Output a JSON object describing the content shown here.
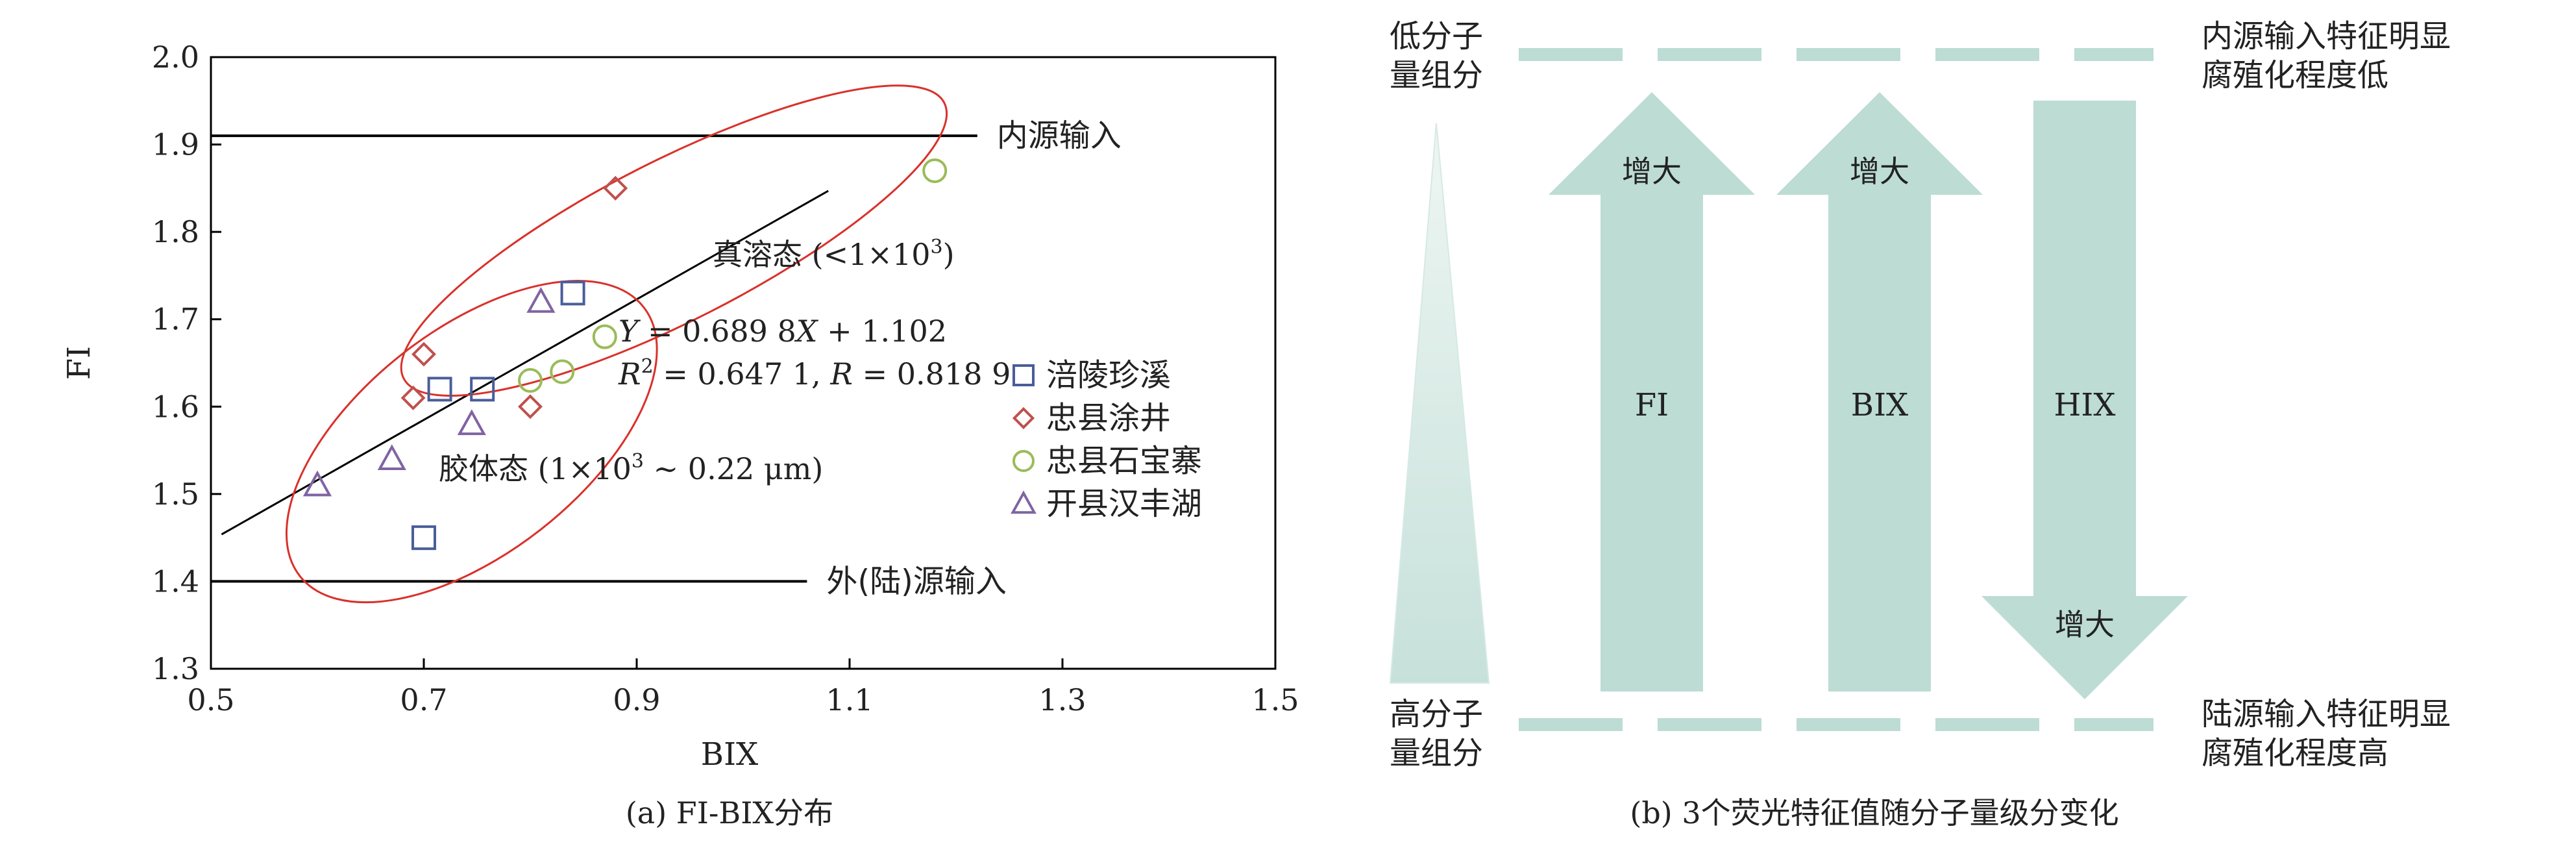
{
  "colors": {
    "axis": "#000000",
    "ellipse": "#d9312a",
    "arrow": "#bcdcd4",
    "dash": "#bcdcd4",
    "wedge_light": "#eef6f3",
    "wedge_dark": "#c7e1da",
    "text": "#222222"
  },
  "chart_data": [
    {
      "type": "scatter",
      "xlabel": "BIX",
      "ylabel": "FI",
      "caption": "(a) FI-BIX分布",
      "xlim": [
        0.5,
        1.5
      ],
      "ylim": [
        1.3,
        2.0
      ],
      "xticks": [
        "0.5",
        "0.7",
        "0.9",
        "1.1",
        "1.3",
        "1.5"
      ],
      "yticks": [
        "1.3",
        "1.4",
        "1.5",
        "1.6",
        "1.7",
        "1.8",
        "1.9",
        "2.0"
      ],
      "grid": false,
      "legend_position": "right",
      "series": [
        {
          "name": "涪陵珍溪",
          "marker": "square",
          "color": "#4a5d9a",
          "points": [
            [
              0.715,
              1.62
            ],
            [
              0.755,
              1.62
            ],
            [
              0.84,
              1.73
            ],
            [
              0.7,
              1.45
            ]
          ]
        },
        {
          "name": "忠县涂井",
          "marker": "diamond",
          "color": "#c0504d",
          "points": [
            [
              0.7,
              1.66
            ],
            [
              0.69,
              1.61
            ],
            [
              0.8,
              1.6
            ],
            [
              0.88,
              1.85
            ]
          ]
        },
        {
          "name": "忠县石宝寨",
          "marker": "circle",
          "color": "#9bbb59",
          "points": [
            [
              0.8,
              1.63
            ],
            [
              0.83,
              1.64
            ],
            [
              0.87,
              1.68
            ],
            [
              1.18,
              1.87
            ]
          ]
        },
        {
          "name": "开县汉丰湖",
          "marker": "triangle",
          "color": "#8064a2",
          "points": [
            [
              0.6,
              1.51
            ],
            [
              0.67,
              1.54
            ],
            [
              0.745,
              1.58
            ],
            [
              0.81,
              1.72
            ]
          ]
        }
      ],
      "reference_lines": [
        {
          "y": 1.91,
          "x_from": 0.5,
          "x_to": 1.22,
          "label": "内源输入"
        },
        {
          "y": 1.4,
          "x_from": 0.5,
          "x_to": 1.06,
          "label": "外(陆)源输入"
        }
      ],
      "regression": {
        "x_from": 0.51,
        "x_to": 1.08,
        "slope": 0.6898,
        "intercept": 1.102,
        "equation_parts": [
          "Y",
          " = 0.689 8",
          "X",
          " + 1.102"
        ],
        "r2_parts": [
          "R",
          "2",
          " = 0.647 1, ",
          "R",
          " = 0.818 9"
        ]
      },
      "regions": [
        {
          "label_parts": [
            "真溶态 (<1×10",
            "3",
            ")"
          ],
          "center": [
            0.935,
            1.79
          ],
          "rx": 0.285,
          "ry": 0.075,
          "angle_deg": -27
        },
        {
          "label_parts": [
            "胶体态 (1×10",
            "3",
            " ~ 0.22 μm)"
          ],
          "center": [
            0.745,
            1.56
          ],
          "rx": 0.205,
          "ry": 0.105,
          "angle_deg": -38
        }
      ]
    },
    {
      "type": "diagram",
      "caption": "(b) 3个荧光特征值随分子量级分变化",
      "top_left_label": [
        "低分子",
        "量组分"
      ],
      "bottom_left_label": [
        "高分子",
        "量组分"
      ],
      "top_right_label": [
        "内源输入特征明显",
        "腐殖化程度低"
      ],
      "bottom_right_label": [
        "陆源输入特征明显",
        "腐殖化程度高"
      ],
      "arrows": [
        {
          "name": "FI",
          "direction": "up",
          "value_label": "增大"
        },
        {
          "name": "BIX",
          "direction": "up",
          "value_label": "增大"
        },
        {
          "name": "HIX",
          "direction": "down",
          "value_label": "增大"
        }
      ]
    }
  ]
}
